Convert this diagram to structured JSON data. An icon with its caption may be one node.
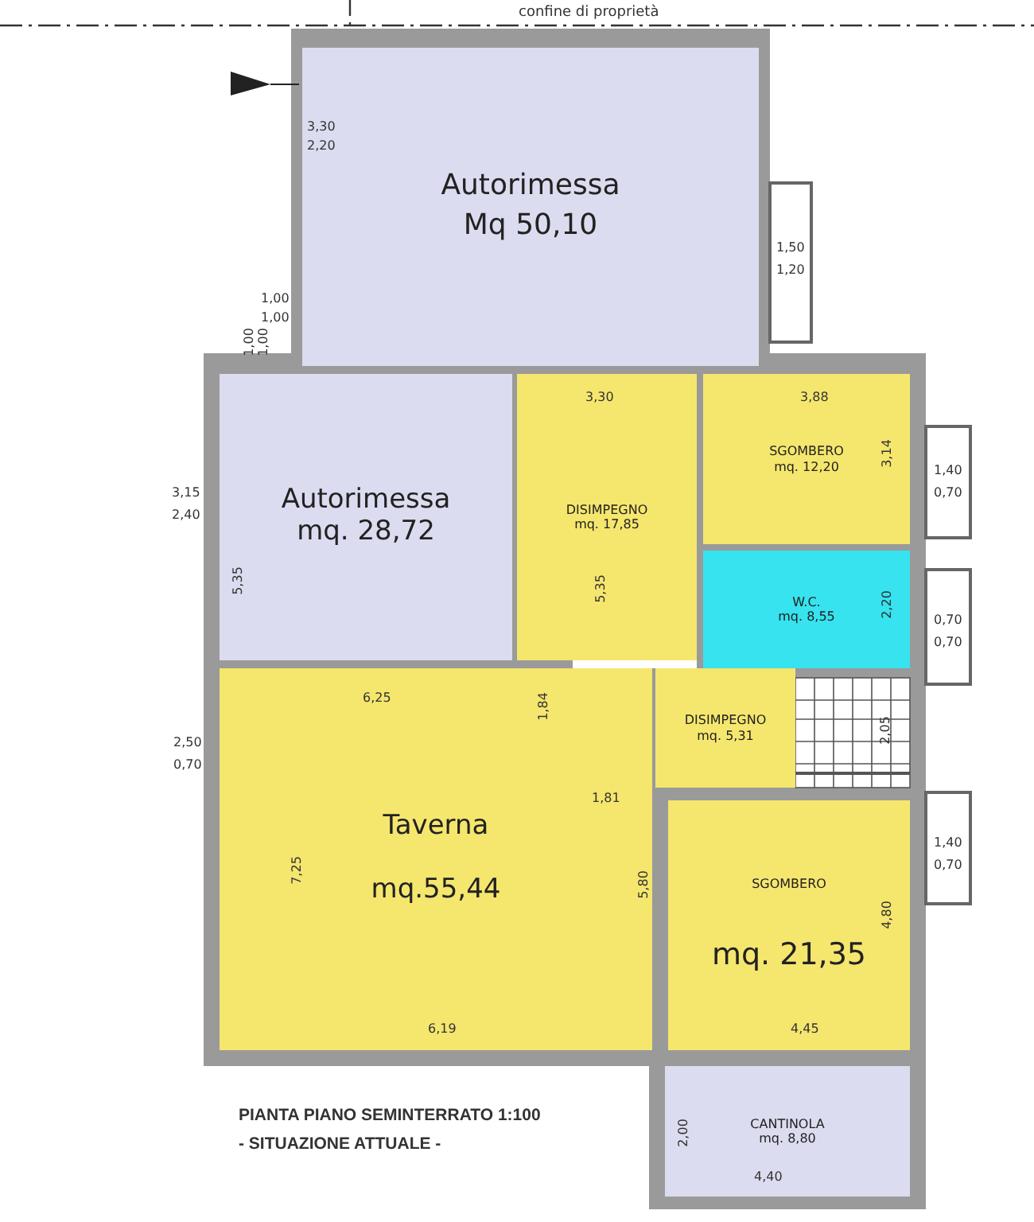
{
  "diagram": {
    "title": "PIANTA PIANO SEMINTERRATO 1:100",
    "caption": "- SITUAZIONE ATTUALE -",
    "nodes": [
      {
        "text": [
          "Autorimessa",
          "Mq 50,10"
        ]
      },
      {
        "text": [
          "Autorimessa",
          "mq. 28,72"
        ]
      },
      {
        "text": [
          "DISIMPEGNO",
          "mq. 17,85"
        ]
      },
      {
        "text": [
          "SGOMBERO",
          "mq. 12,20"
        ]
      },
      {
        "text": [
          "W.C.",
          "mq. 8,55"
        ]
      },
      {
        "text": [
          "DISIMPEGNO",
          "mq. 5,31"
        ]
      },
      {
        "text": [
          "Taverna",
          "mq.55,44"
        ]
      },
      {
        "text": [
          "SGOMBERO",
          "mq. 21,35"
        ]
      },
      {
        "text": [
          "CANTINOLA",
          "mq. 8,80"
        ]
      }
    ],
    "edges": [],
    "labels": [
      "confine di proprietà",
      "3,30",
      "2,20",
      "1,00",
      "1,00",
      "1,00",
      "1,00",
      "1,50",
      "1,20",
      "3,15",
      "2,40",
      "5,35",
      "3,30",
      "3,88",
      "5,35",
      "3,14",
      "1,40",
      "0,70",
      "2,20",
      "0,70",
      "0,70",
      "6,25",
      "1,84",
      "2,05",
      "2,50",
      "0,70",
      "1,81",
      "7,25",
      "5,80",
      "1,40",
      "0,70",
      "4,80",
      "6,19",
      "4,45",
      "2,00",
      "4,40"
    ]
  }
}
